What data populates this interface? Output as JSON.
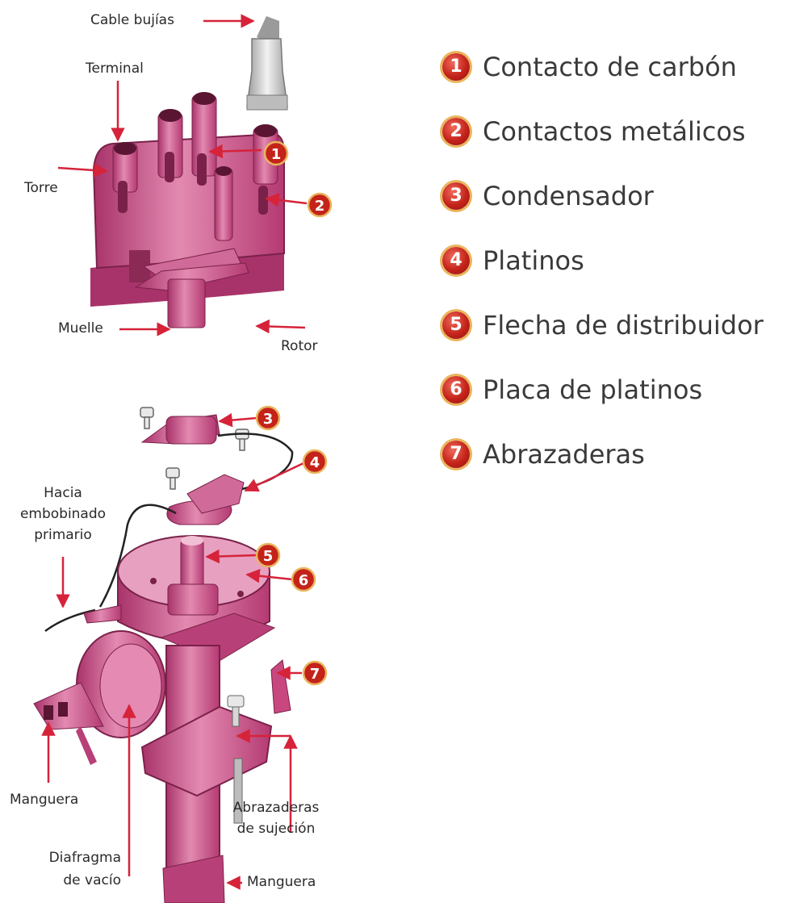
{
  "labels": {
    "cable_bujias": "Cable bujías",
    "terminal": "Terminal",
    "torre": "Torre",
    "muelle": "Muelle",
    "rotor": "Rotor",
    "hacia_1": "Hacia",
    "hacia_2": "embobinado",
    "hacia_3": "primario",
    "manguera_left": "Manguera",
    "abrazaderas_1": "Abrazaderas",
    "abrazaderas_2": "de sujeción",
    "diafragma_1": "Diafragma",
    "diafragma_2": "de vacío",
    "manguera_bottom": "Manguera"
  },
  "callouts": [
    "1",
    "2",
    "3",
    "4",
    "5",
    "6",
    "7"
  ],
  "legend": [
    {
      "num": "1",
      "label": "Contacto de carbón"
    },
    {
      "num": "2",
      "label": "Contactos metálicos"
    },
    {
      "num": "3",
      "label": "Condensador"
    },
    {
      "num": "4",
      "label": "Platinos"
    },
    {
      "num": "5",
      "label": "Flecha de distribuidor"
    },
    {
      "num": "6",
      "label": "Placa de platinos"
    },
    {
      "num": "7",
      "label": "Abrazaderas"
    }
  ],
  "colors": {
    "part_fill": "#c9477f",
    "part_light": "#e58ab2",
    "part_dark": "#8a2a55",
    "arrow": "#d6233a",
    "badge": "#c4231a",
    "badge_ring": "#e9b55d"
  }
}
